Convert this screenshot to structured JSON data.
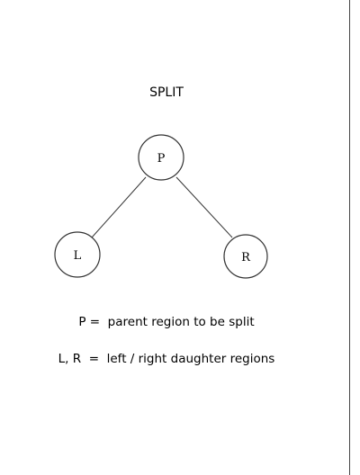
{
  "diagram": {
    "title": "SPLIT",
    "nodes": [
      {
        "id": "parent",
        "label": "P"
      },
      {
        "id": "left",
        "label": "L"
      },
      {
        "id": "right",
        "label": "R"
      }
    ],
    "edges": [
      {
        "from": "parent",
        "to": "left"
      },
      {
        "from": "parent",
        "to": "right"
      }
    ]
  },
  "legend": {
    "line1": "P =  parent region to be split",
    "line2": "L, R  =  left / right daughter regions"
  }
}
